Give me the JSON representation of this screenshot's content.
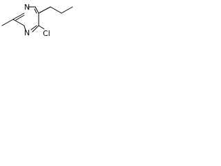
{
  "molecule": {
    "atoms": {
      "n_top": "N",
      "n_bottom": "N",
      "cl": "Cl"
    }
  }
}
